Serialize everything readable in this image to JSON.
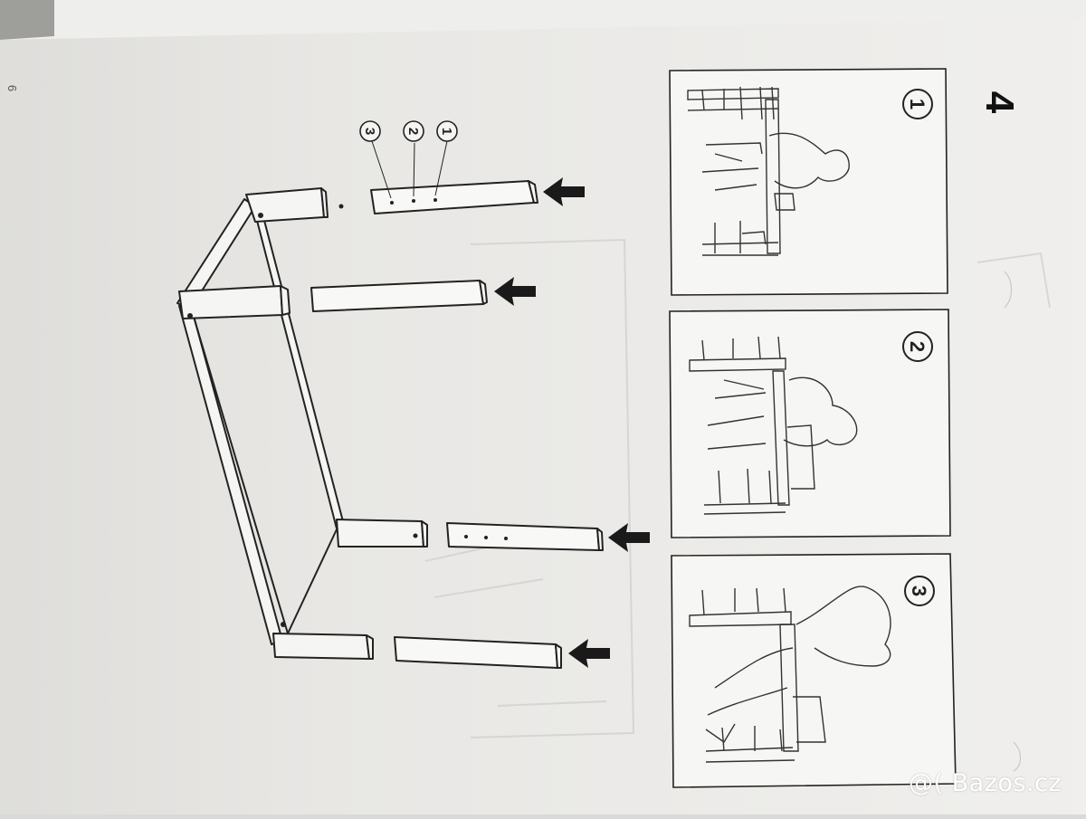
{
  "page": {
    "page_number": "6",
    "step_number": "4"
  },
  "hole_labels": [
    "3",
    "2",
    "1"
  ],
  "usage_panels": [
    {
      "label": "1"
    },
    {
      "label": "2"
    },
    {
      "label": "3"
    }
  ],
  "watermark": {
    "text": "@( Bazos.cz"
  },
  "colors": {
    "paper": "#efeeec",
    "background": "#d9d9d6",
    "ink": "#222222"
  }
}
